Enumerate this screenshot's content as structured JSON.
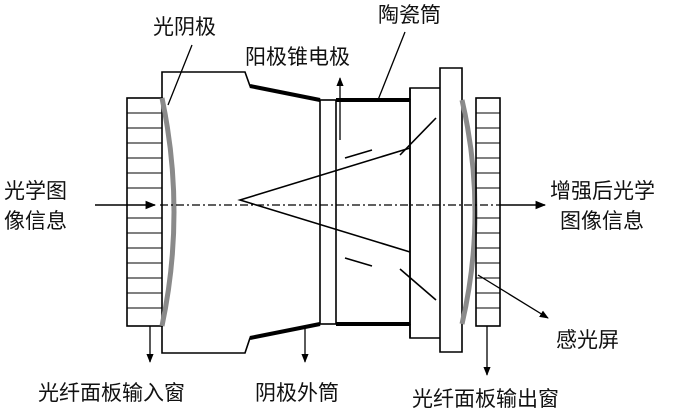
{
  "labels": {
    "photocathode": "光阴极",
    "ceramic_tube": "陶瓷筒",
    "anode_cone_electrode": "阳极锥电极",
    "input_image_line1": "光学图",
    "input_image_line2": "像信息",
    "output_image_line1": "增强后光学",
    "output_image_line2": "图像信息",
    "phosphor_screen": "感光屏",
    "fiber_input_window": "光纤面板输入窗",
    "cathode_outer_tube": "阴极外筒",
    "fiber_output_window": "光纤面板输出窗"
  }
}
